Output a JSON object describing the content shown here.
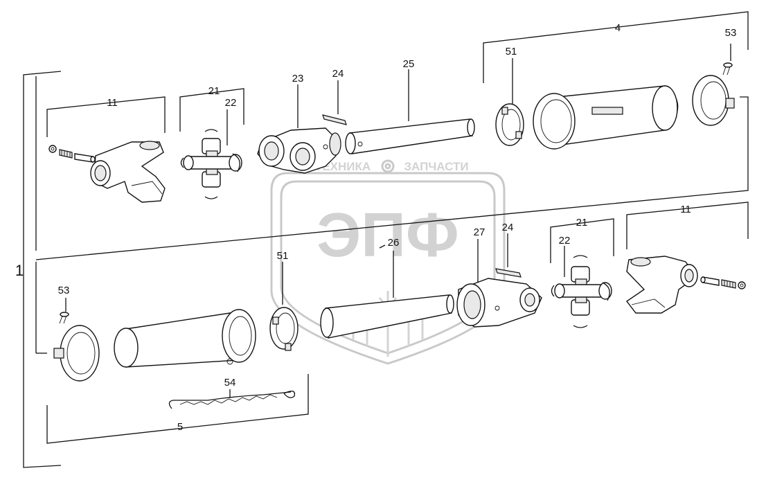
{
  "watermark": {
    "brand": "ЭПФ",
    "left_text": "ТЕХНИКА",
    "right_text": "ЗАПЧАСТИ"
  },
  "labels": [
    {
      "id": "label-1",
      "text": "1"
    },
    {
      "id": "label-4",
      "text": "4"
    },
    {
      "id": "label-5",
      "text": "5"
    },
    {
      "id": "label-11-top",
      "text": "11"
    },
    {
      "id": "label-11-bottom",
      "text": "11"
    },
    {
      "id": "label-21-top",
      "text": "21"
    },
    {
      "id": "label-21-bottom",
      "text": "21"
    },
    {
      "id": "label-22-top",
      "text": "22"
    },
    {
      "id": "label-22-bottom",
      "text": "22"
    },
    {
      "id": "label-23",
      "text": "23"
    },
    {
      "id": "label-24-top",
      "text": "24"
    },
    {
      "id": "label-24-bottom",
      "text": "24"
    },
    {
      "id": "label-25",
      "text": "25"
    },
    {
      "id": "label-26",
      "text": "26"
    },
    {
      "id": "label-27",
      "text": "27"
    },
    {
      "id": "label-51-top",
      "text": "51"
    },
    {
      "id": "label-51-bottom",
      "text": "51"
    },
    {
      "id": "label-53-top",
      "text": "53"
    },
    {
      "id": "label-53-bottom",
      "text": "53"
    },
    {
      "id": "label-54",
      "text": "54"
    }
  ]
}
